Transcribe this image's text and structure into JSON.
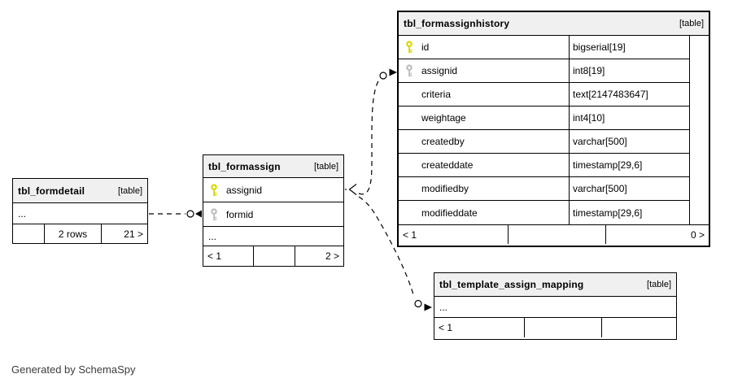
{
  "page": {
    "generated_by": "Generated by SchemaSpy"
  },
  "colors": {
    "primary_key": "#d8d800",
    "foreign_key": "#bdbdbd",
    "header_bg": "#f0f0f0"
  },
  "tables": {
    "formdetail": {
      "name": "tbl_formdetail",
      "tag": "[table]",
      "ellipsis": "...",
      "footer": [
        "",
        "2 rows",
        "21 >"
      ]
    },
    "formassign": {
      "name": "tbl_formassign",
      "tag": "[table]",
      "columns": [
        {
          "key": "primary",
          "name": "assignid"
        },
        {
          "key": "foreign",
          "name": "formid"
        }
      ],
      "ellipsis": "...",
      "footer": [
        "< 1",
        "",
        "2 >"
      ]
    },
    "formassignhistory": {
      "name": "tbl_formassignhistory",
      "tag": "[table]",
      "columns": [
        {
          "key": "primary",
          "name": "id",
          "type": "bigserial[19]"
        },
        {
          "key": "foreign",
          "name": "assignid",
          "type": "int8[19]"
        },
        {
          "key": "",
          "name": "criteria",
          "type": "text[2147483647]"
        },
        {
          "key": "",
          "name": "weightage",
          "type": "int4[10]"
        },
        {
          "key": "",
          "name": "createdby",
          "type": "varchar[500]"
        },
        {
          "key": "",
          "name": "createddate",
          "type": "timestamp[29,6]"
        },
        {
          "key": "",
          "name": "modifiedby",
          "type": "varchar[500]"
        },
        {
          "key": "",
          "name": "modifieddate",
          "type": "timestamp[29,6]"
        }
      ],
      "footer": [
        "< 1",
        "",
        "0 >"
      ]
    },
    "template_assign_mapping": {
      "name": "tbl_template_assign_mapping",
      "tag": "[table]",
      "ellipsis": "...",
      "footer": [
        "< 1",
        "",
        ""
      ]
    }
  }
}
